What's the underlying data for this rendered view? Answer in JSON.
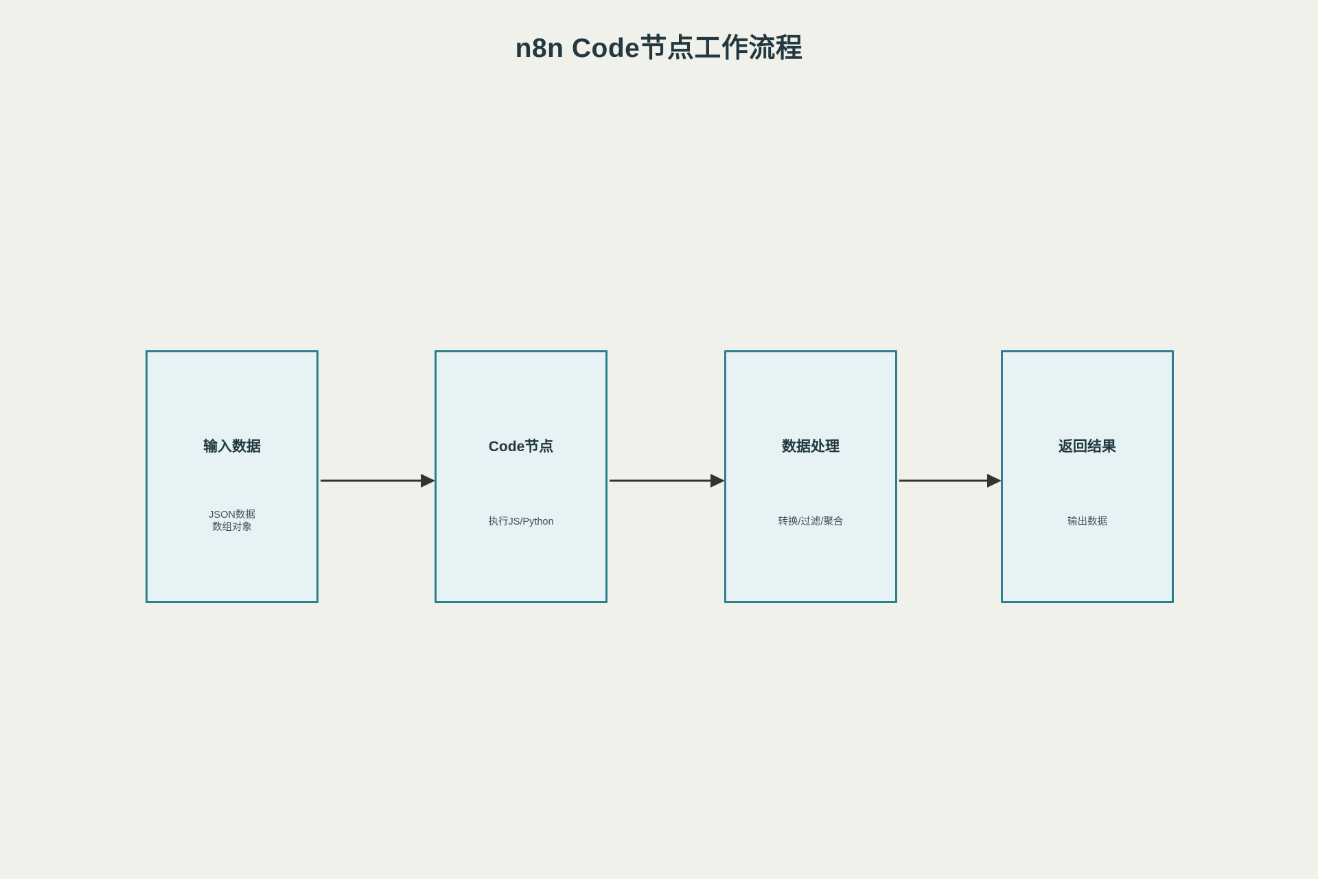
{
  "page": {
    "title": "n8n Code节点工作流程",
    "background_color": "#f1f1ec"
  },
  "theme": {
    "node_fill": "#e7f2f5",
    "node_border": "#2d7f8e",
    "title_color": "#23393f",
    "subtitle_color": "#3c5059",
    "arrow_color": "#333333"
  },
  "chart_data": {
    "type": "diagram",
    "title": "n8n Code节点工作流程",
    "orientation": "left-to-right",
    "node_count": 4,
    "edge_count": 3
  },
  "flow": {
    "nodes": [
      {
        "id": "input-data",
        "title": "输入数据",
        "subtitle": "JSON数据\n数组对象"
      },
      {
        "id": "code-node",
        "title": "Code节点",
        "subtitle": "执行JS/Python"
      },
      {
        "id": "data-processing",
        "title": "数据处理",
        "subtitle": "转换/过滤/聚合"
      },
      {
        "id": "return-result",
        "title": "返回结果",
        "subtitle": "输出数据"
      }
    ],
    "edges": [
      {
        "from": "input-data",
        "to": "code-node",
        "label": ""
      },
      {
        "from": "code-node",
        "to": "data-processing",
        "label": ""
      },
      {
        "from": "data-processing",
        "to": "return-result",
        "label": ""
      }
    ]
  }
}
